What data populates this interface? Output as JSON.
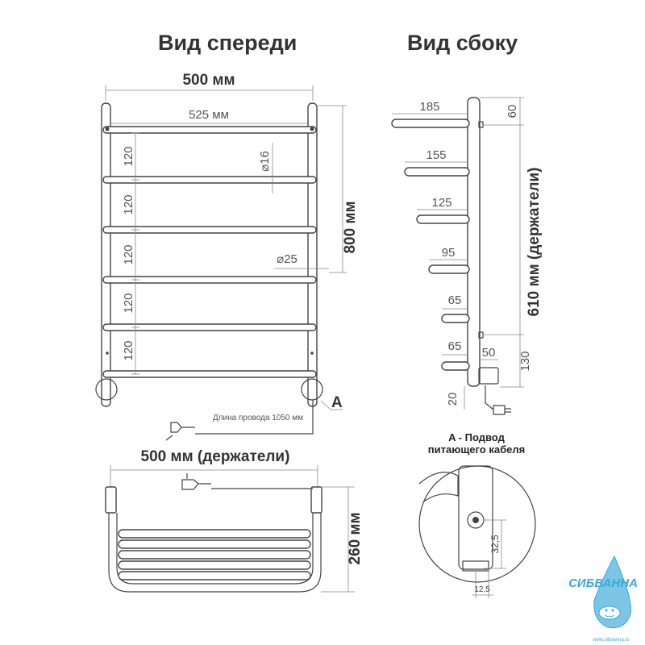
{
  "titles": {
    "front": "Вид спереди",
    "side": "Вид сбоку"
  },
  "front": {
    "width_total": "500 мм",
    "width_inner": "525 мм",
    "height": "800 мм",
    "spacing": [
      "120",
      "120",
      "120",
      "120",
      "120"
    ],
    "diam_small": "⌀16",
    "diam_large": "⌀25",
    "cable_length": "Длина провода 1050 мм",
    "marker": "A"
  },
  "side": {
    "shelves": [
      "185",
      "155",
      "125",
      "95",
      "65",
      "65"
    ],
    "top_offset": "60",
    "holders_height": "610 мм (держатели)",
    "box_width": "50",
    "bottom_height": "130",
    "bottom_offset": "20"
  },
  "top": {
    "holders_width": "500 мм (держатели)",
    "depth": "260 мм"
  },
  "detail": {
    "title_line1": "A - Подвод",
    "title_line2": "питающего кабеля",
    "dim_vertical": "32,5",
    "dim_horizontal": "12,5"
  },
  "logo": {
    "text": "СИБВАННА",
    "url": "www.sibvanna.ru",
    "color": "#3aa9d8"
  },
  "colors": {
    "line": "#444444",
    "text": "#333333"
  }
}
